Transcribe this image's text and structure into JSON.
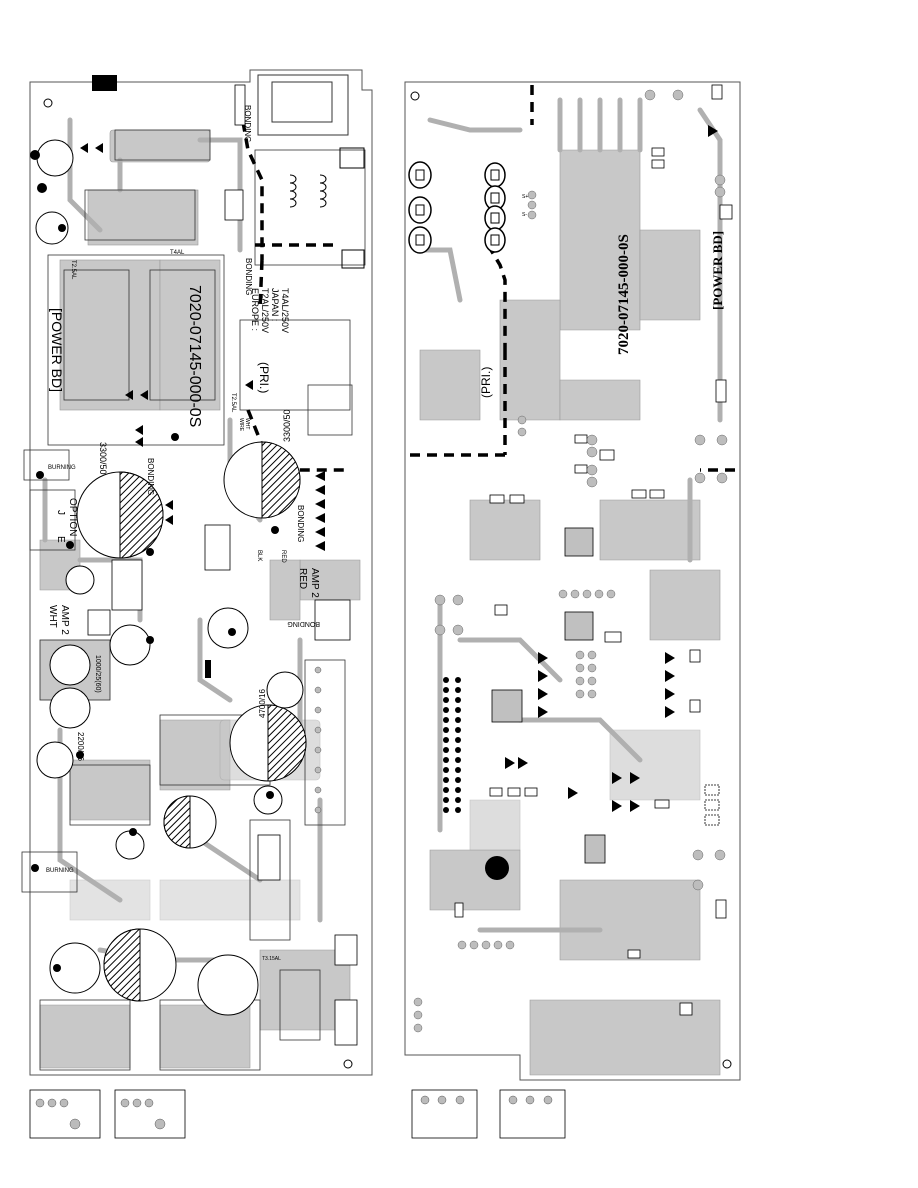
{
  "boards": {
    "component_side": {
      "part_number": "7020-07145-000-0S",
      "board_name": "[POWER BD]",
      "labels": {
        "bonding_1": "BONDING",
        "bonding_2": "BONDING",
        "bonding_3": "BONDING",
        "bonding_4": "BONDING",
        "bonding_5": "BONDING",
        "fuse_europe": "EUROPE :",
        "fuse_t2a": "T2AL/250V",
        "fuse_japan": "JAPAN :",
        "fuse_t4a": "T4AL/250V",
        "pri": "(PRI.)",
        "cap_3300_1": "3300/50",
        "cap_3300_2": "3300/50",
        "cap_4700": "4700/16",
        "cap_2200": "2200/16",
        "cap_1000": "1000/25(60)",
        "amp2_red": "AMP 2",
        "amp2_red_sub": "RED",
        "amp2_wht": "AMP 2",
        "amp2_wht_sub": "WHT",
        "option": "OPTION",
        "option_j": "J",
        "option_e": "E",
        "burning_1": "BURNING",
        "burning_2": "BURNING",
        "t2_5al_1": "T2.5AL",
        "t2_5al_2": "T2.5AL",
        "t4al": "T4AL",
        "t3_15al": "T3.15AL",
        "wht_wire": "WHT",
        "wire": "WIRE",
        "red": "RED",
        "blk": "BLK"
      }
    },
    "solder_side": {
      "part_number": "7020-07145-000-0S",
      "board_name": "[POWER BD]",
      "labels": {
        "pri": "(PRI.)",
        "s_plus": "S+",
        "s_minus": "S-"
      }
    }
  }
}
